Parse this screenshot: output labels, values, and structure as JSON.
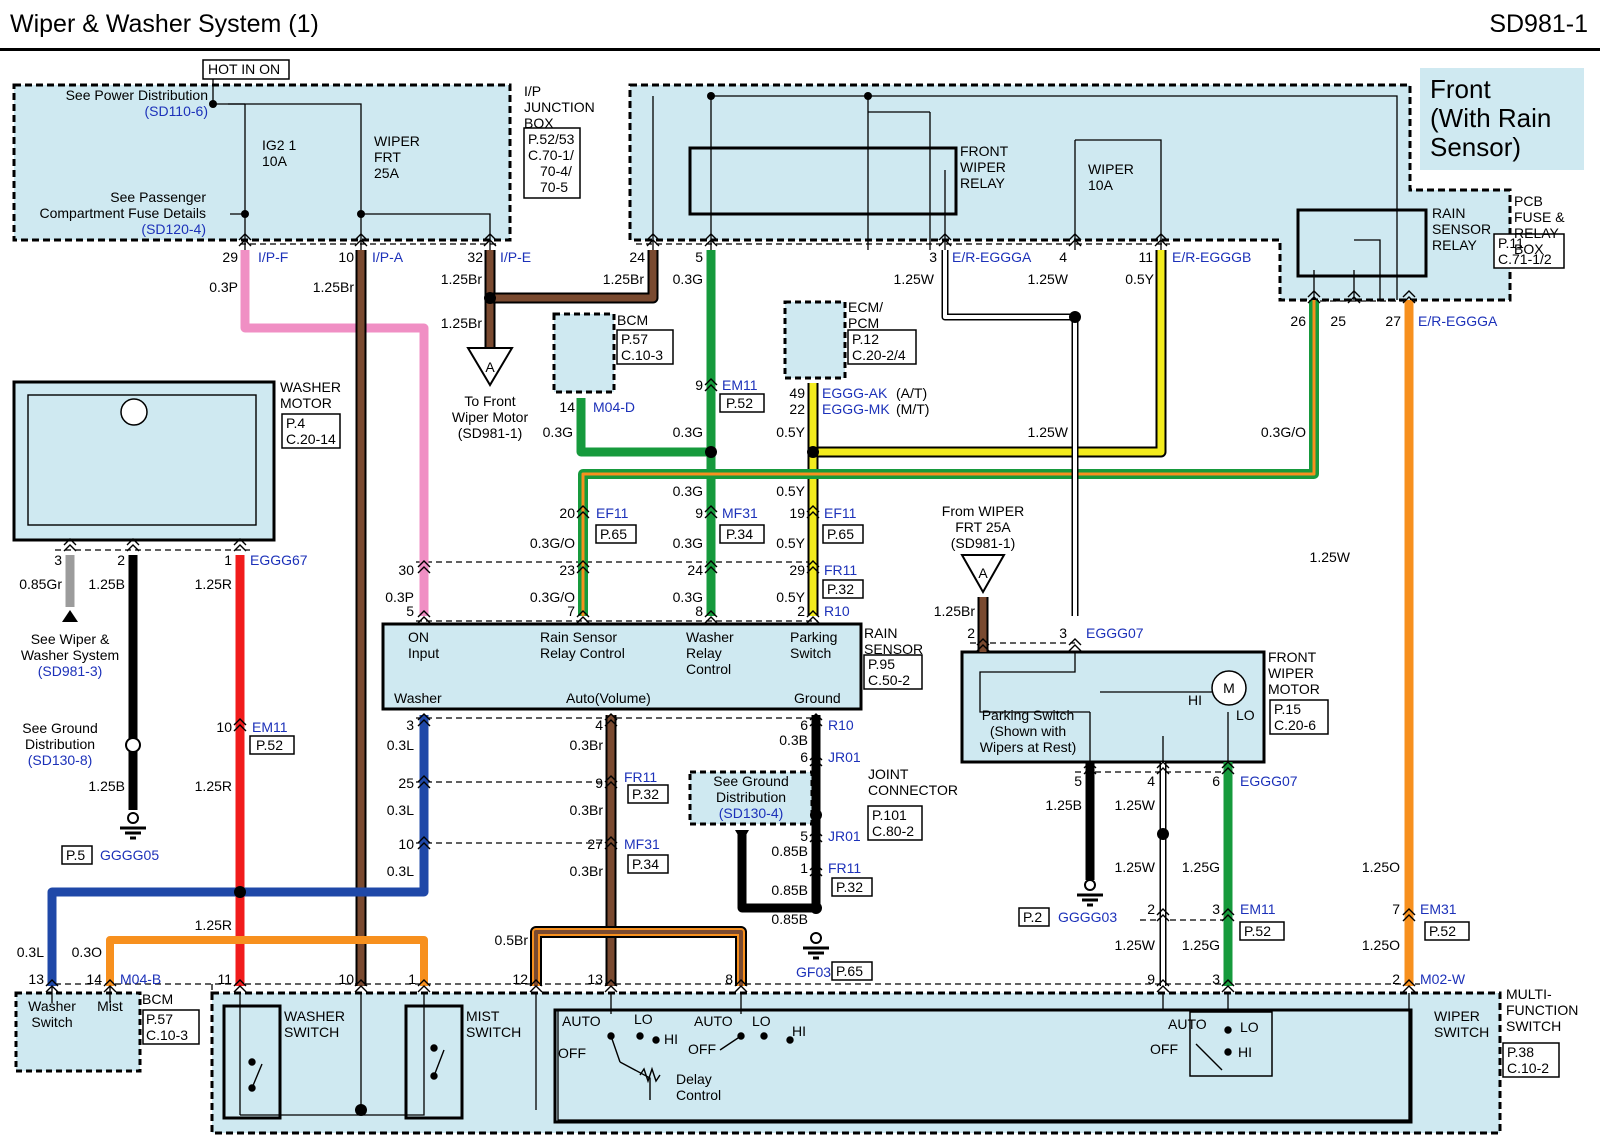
{
  "header": {
    "title": "Wiper & Washer System (1)",
    "code": "SD981-1"
  },
  "variant_box": [
    "Front",
    "(With Rain",
    "Sensor)"
  ],
  "colors": {
    "panel": "#cfe9f1",
    "pink": "#f08fc4",
    "brown": "#7a4a30",
    "green": "#169a3c",
    "yellow": "#f3ec1e",
    "orange": "#f7901e",
    "red": "#f11c1c",
    "blue": "#1f48a8",
    "gray": "#9c9c9c",
    "black": "#000000",
    "white_wire": "#ffffff",
    "link_blue": "#1c31b9"
  },
  "ip_box": {
    "hot_in_on": "HOT IN ON",
    "power_dist": "See Power Distribution",
    "power_dist_ref": "(SD110-6)",
    "ig2_fuse": [
      "IG2 1",
      "10A"
    ],
    "wiper_fuse": [
      "WIPER",
      "FRT",
      "25A"
    ],
    "pass_fuse": [
      "See Passenger",
      "Compartment Fuse Details"
    ],
    "pass_fuse_ref": "(SD120-4)",
    "name": [
      "I/P",
      "JUNCTION",
      "BOX"
    ],
    "ref": [
      "P.52/53",
      "C.70-1/",
      "70-4/",
      "70-5"
    ],
    "pin29": "29",
    "conn29": "I/P-F",
    "pin10": "10",
    "conn10": "I/P-A",
    "pin32": "32",
    "conn32": "I/P-E"
  },
  "wires": {
    "w03p": "0.3P",
    "w125br": "1.25Br",
    "w03g": "0.3G",
    "w125w": "1.25W",
    "w05y": "0.5Y",
    "w03go": "0.3G/O",
    "w085gr": "0.85Gr",
    "w125b": "1.25B",
    "w125r": "1.25R",
    "w03l": "0.3L",
    "w03br": "0.3Br",
    "w03b": "0.3B",
    "w085b": "0.85B",
    "w125g": "1.25G",
    "w125o": "1.25O",
    "w03o": "0.3O",
    "w05br": "0.5Br"
  },
  "ground_a": {
    "label": "A",
    "text": [
      "To Front",
      "Wiper Motor",
      "(SD981-1)"
    ]
  },
  "bcm_top": {
    "name": "BCM",
    "ref": [
      "P.57",
      "C.10-3"
    ],
    "pin": "14",
    "conn": "M04-D"
  },
  "ecm": {
    "name": [
      "ECM/",
      "PCM"
    ],
    "ref": [
      "P.12",
      "C.20-2/4"
    ],
    "pin49": "49",
    "pin22": "22",
    "conn_at": "EGGG-AK",
    "at": "(A/T)",
    "conn_mt": "EGGG-MK",
    "mt": "(M/T)"
  },
  "er_relay_box": {
    "front_relay": [
      "FRONT",
      "WIPER",
      "RELAY"
    ],
    "wiper_fuse": [
      "WIPER",
      "10A"
    ],
    "pin24": "24",
    "pin5": "5",
    "pin3": "3",
    "conn3": "E/R-EGGGA",
    "pin4": "4",
    "pin11": "11",
    "conn11": "E/R-EGGGB"
  },
  "pcb_box": {
    "rain_relay": [
      "RAIN",
      "SENSOR",
      "RELAY"
    ],
    "name": [
      "PCB",
      "FUSE &",
      "RELAY",
      "BOX"
    ],
    "ref": [
      "P.11",
      "C.71-1/2"
    ],
    "pin26": "26",
    "pin25": "25",
    "pin27": "27",
    "conn27": "E/R-EGGGA"
  },
  "connectors": {
    "em11_pin": "9",
    "em11": "EM11",
    "em11_ref": "P.52",
    "ef11_20": "20",
    "ef11": "EF11",
    "ef11_ref": "P.65",
    "mf31_9": "9",
    "mf31": "MF31",
    "mf31_ref": "P.34",
    "ef11_19": "19",
    "fr11_30": "30",
    "fr11_23": "23",
    "fr11_24": "24",
    "fr11_29": "29",
    "fr11": "FR11",
    "fr11_ref": "P.32"
  },
  "rain_sensor": {
    "name": [
      "RAIN",
      "SENSOR"
    ],
    "ref": [
      "P.95",
      "C.50-2"
    ],
    "pin5": "5",
    "pin7": "7",
    "pin8": "8",
    "pin2": "2",
    "conn": "R10",
    "on_input": [
      "ON",
      "Input"
    ],
    "relay_control": [
      "Rain Sensor",
      "Relay Control"
    ],
    "washer_relay": [
      "Washer",
      "Relay",
      "Control"
    ],
    "parking": [
      "Parking",
      "Switch"
    ],
    "washer": "Washer",
    "auto_volume": "Auto(Volume)",
    "ground": "Ground",
    "pin3": "3",
    "pin4": "4",
    "pin6": "6",
    "conn_b": "R10"
  },
  "washer_motor": {
    "name": [
      "WASHER",
      "MOTOR"
    ],
    "ref": [
      "P.4",
      "C.20-14"
    ],
    "pin3": "3",
    "pin2": "2",
    "pin1": "1",
    "conn": "EGGG67"
  },
  "left_refs": {
    "see_wiper": [
      "See Wiper &",
      "Washer System"
    ],
    "see_wiper_ref": "(SD981-3)",
    "see_ground": [
      "See Ground",
      "Distribution"
    ],
    "see_ground_ref": "(SD130-8)",
    "ground_ref": "P.5",
    "ground_name": "GGGG05",
    "em11_pin": "10",
    "em11": "EM11",
    "em11_ref": "P.52"
  },
  "center_conn": {
    "p3": "3",
    "p25": "25",
    "p10": "10",
    "p4": "4",
    "p9": "9",
    "fr11": "FR11",
    "fr11_ref": "P.32",
    "p27": "27",
    "mf31": "MF31",
    "mf31_ref": "P.34"
  },
  "joint": {
    "name": [
      "JOINT",
      "CONNECTOR"
    ],
    "ref": [
      "P.101",
      "C.80-2"
    ],
    "see_ground": [
      "See Ground",
      "Distribution"
    ],
    "see_ground_ref": "(SD130-4)",
    "jr01": "JR01",
    "p6": "6",
    "p5": "5",
    "p1": "1",
    "fr11": "FR11",
    "fr11_ref": "P.32",
    "gf03": "GF03",
    "gf03_ref": "P.65"
  },
  "front_motor": {
    "from": [
      "From WIPER",
      "FRT 25A",
      "(SD981-1)"
    ],
    "a": "A",
    "name": [
      "FRONT",
      "WIPER",
      "MOTOR"
    ],
    "ref": [
      "P.15",
      "C.20-6"
    ],
    "pin2": "2",
    "pin3": "3",
    "conn": "EGGG07",
    "parking": [
      "Parking Switch",
      "(Shown with",
      "Wipers at Rest)"
    ],
    "hi": "HI",
    "lo": "LO",
    "m": "M",
    "pin5": "5",
    "pin4": "4",
    "pin6": "6",
    "conn_b": "EGGG07",
    "ground_ref": "P.2",
    "ground_name": "GGGG03"
  },
  "right_conn": {
    "p2": "2",
    "p3": "3",
    "em11": "EM11",
    "em11_ref": "P.52",
    "p7": "7",
    "em31": "EM31",
    "em31_ref": "P.52"
  },
  "bcm_bottom": {
    "name": "BCM",
    "ref": [
      "P.57",
      "C.10-3"
    ],
    "washer": [
      "Washer",
      "Switch"
    ],
    "mist": "Mist",
    "p13": "13",
    "p14": "14",
    "conn": "M04-B"
  },
  "mfs": {
    "name": [
      "MULTI-",
      "FUNCTION",
      "SWITCH"
    ],
    "ref": [
      "P.38",
      "C.10-2"
    ],
    "wiper_switch": [
      "WIPER",
      "SWITCH"
    ],
    "washer_switch": [
      "WASHER",
      "SWITCH"
    ],
    "mist_switch": [
      "MIST",
      "SWITCH"
    ],
    "p11": "11",
    "p10": "10",
    "p1": "1",
    "p12": "12",
    "p13": "13",
    "p8": "8",
    "p9": "9",
    "p3": "3",
    "p2": "2",
    "conn": "M02-W",
    "auto": "AUTO",
    "lo": "LO",
    "hi": "HI",
    "off": "OFF",
    "delay": [
      "Delay",
      "Control"
    ]
  }
}
